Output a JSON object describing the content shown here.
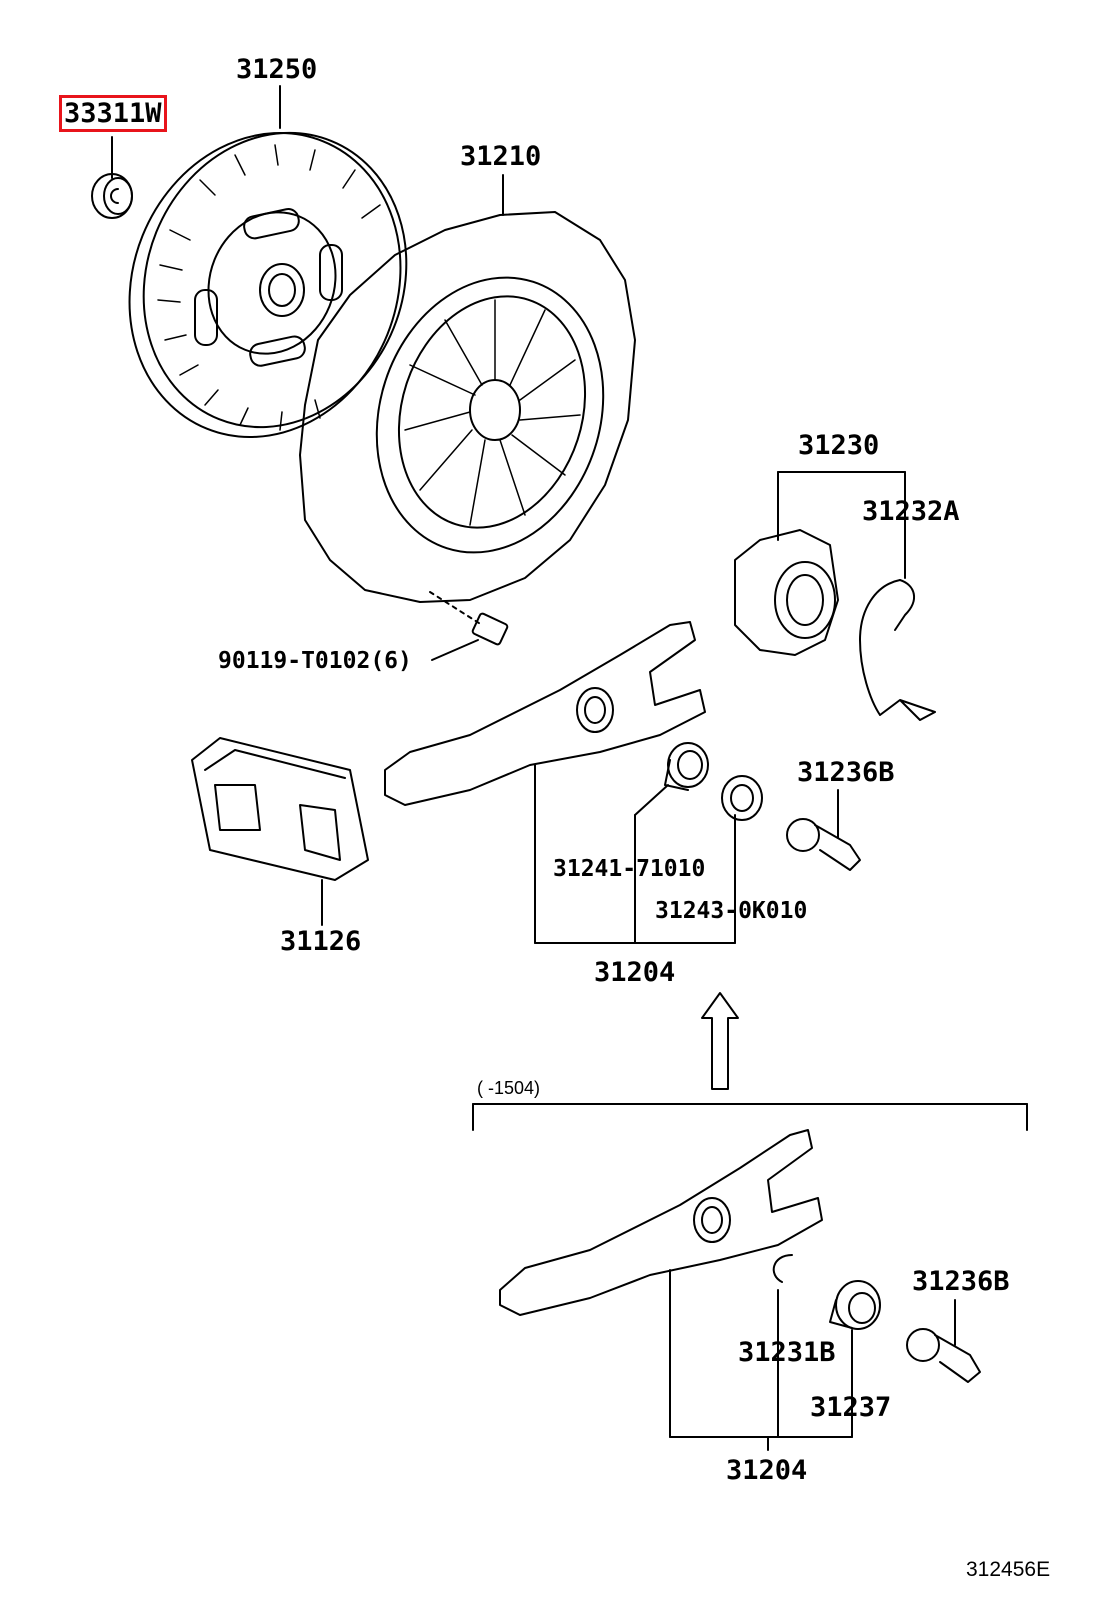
{
  "labels": {
    "p33311w": "33311W",
    "p31250": "31250",
    "p31210": "31210",
    "p31230": "31230",
    "p31232a": "31232A",
    "p90119": "90119-T0102(6)",
    "p31236b_top": "31236B",
    "p31241": "31241-71010",
    "p31243": "31243-0K010",
    "p31126": "31126",
    "p31204_top": "31204",
    "p31236b_bottom": "31236B",
    "p31231b": "31231B",
    "p31237": "31237",
    "p31204_bottom": "31204"
  },
  "range_note": "(      -1504)",
  "diagram_code": "312456E",
  "highlight_color": "#e8141b",
  "line_color": "#000000"
}
